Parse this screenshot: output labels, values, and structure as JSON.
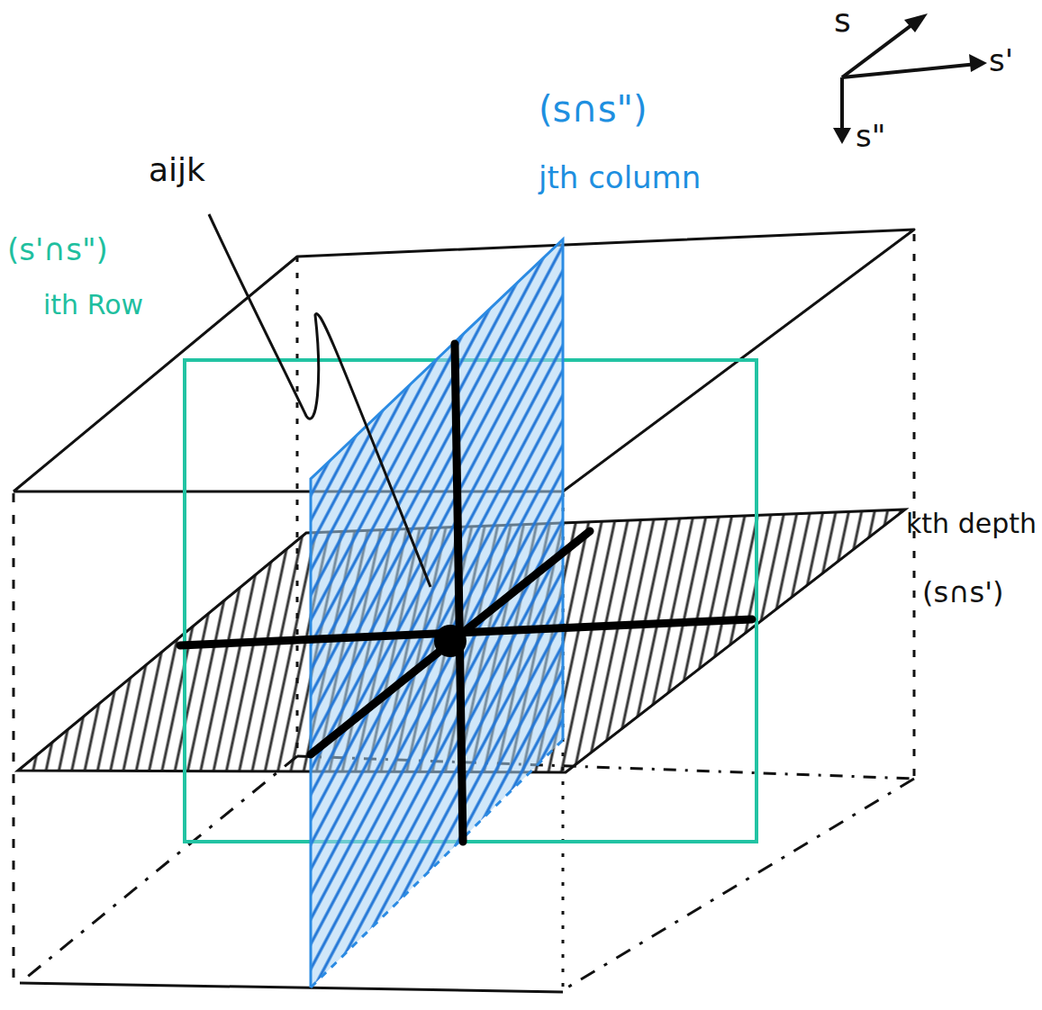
{
  "diagram": {
    "labels": [
      "s",
      "s'",
      "s\"",
      "aijk",
      "(s∩s\")",
      "jth column",
      "(s'∩s\")",
      "ith Row",
      "kth depth",
      "(s∩s')"
    ]
  }
}
